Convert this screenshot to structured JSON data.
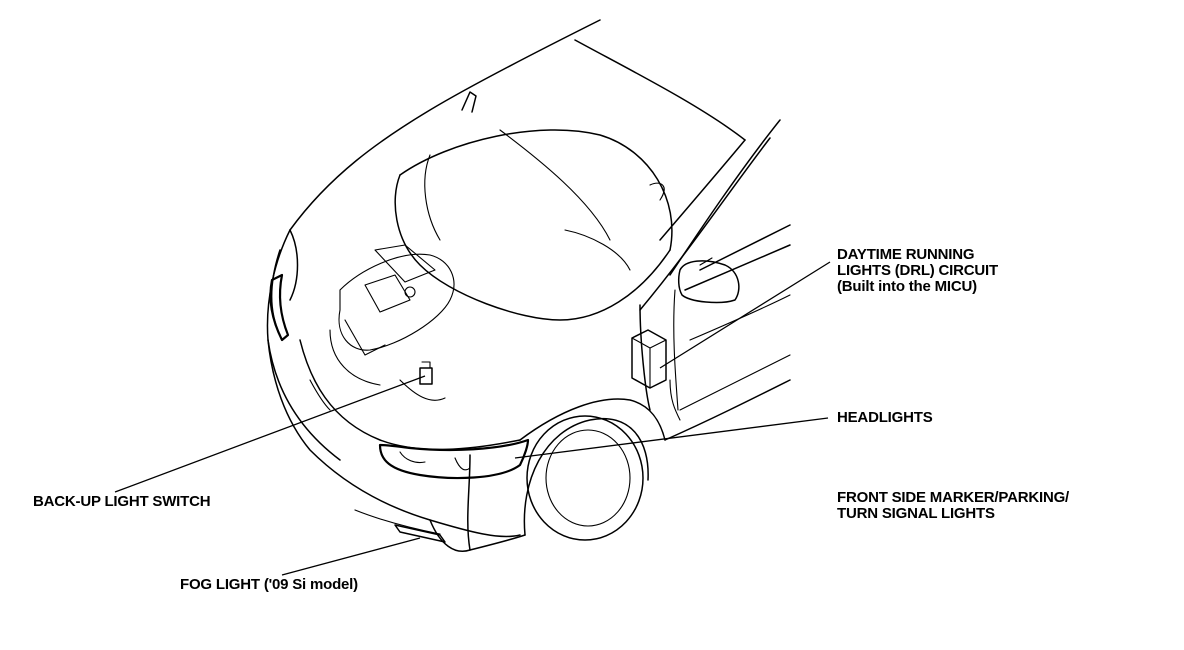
{
  "labels": {
    "drl_circuit": {
      "line1": "DAYTIME RUNNING",
      "line2": "LIGHTS (DRL) CIRCUIT",
      "line3": "(Built into the MICU)"
    },
    "headlights": "HEADLIGHTS",
    "front_side_marker": {
      "line1": "FRONT SIDE MARKER/PARKING/",
      "line2": "TURN SIGNAL LIGHTS"
    },
    "backup_light_switch": "BACK-UP LIGHT SWITCH",
    "fog_light": "FOG LIGHT ('09 Si model)"
  }
}
